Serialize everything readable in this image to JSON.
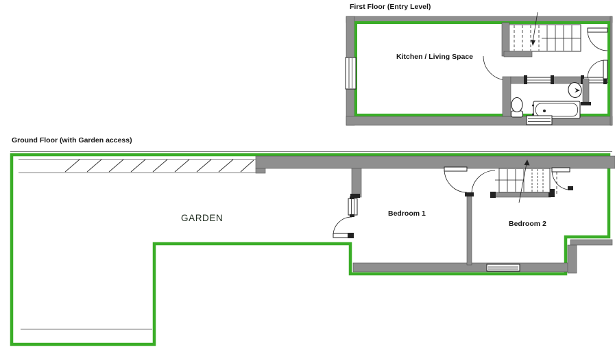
{
  "colors": {
    "boundary_green": "#3aad27",
    "wall_gray": "#8f8f8f",
    "wall_dark": "#4f4f4f",
    "line": "#222222",
    "path_line": "#777777"
  },
  "first_floor": {
    "title": "First Floor (Entry Level)",
    "room_label": "Kitchen / Living Space"
  },
  "ground_floor": {
    "title": "Ground Floor (with Garden access)",
    "garden_label": "GARDEN",
    "bedroom1_label": "Bedroom 1",
    "bedroom2_label": "Bedroom 2"
  }
}
